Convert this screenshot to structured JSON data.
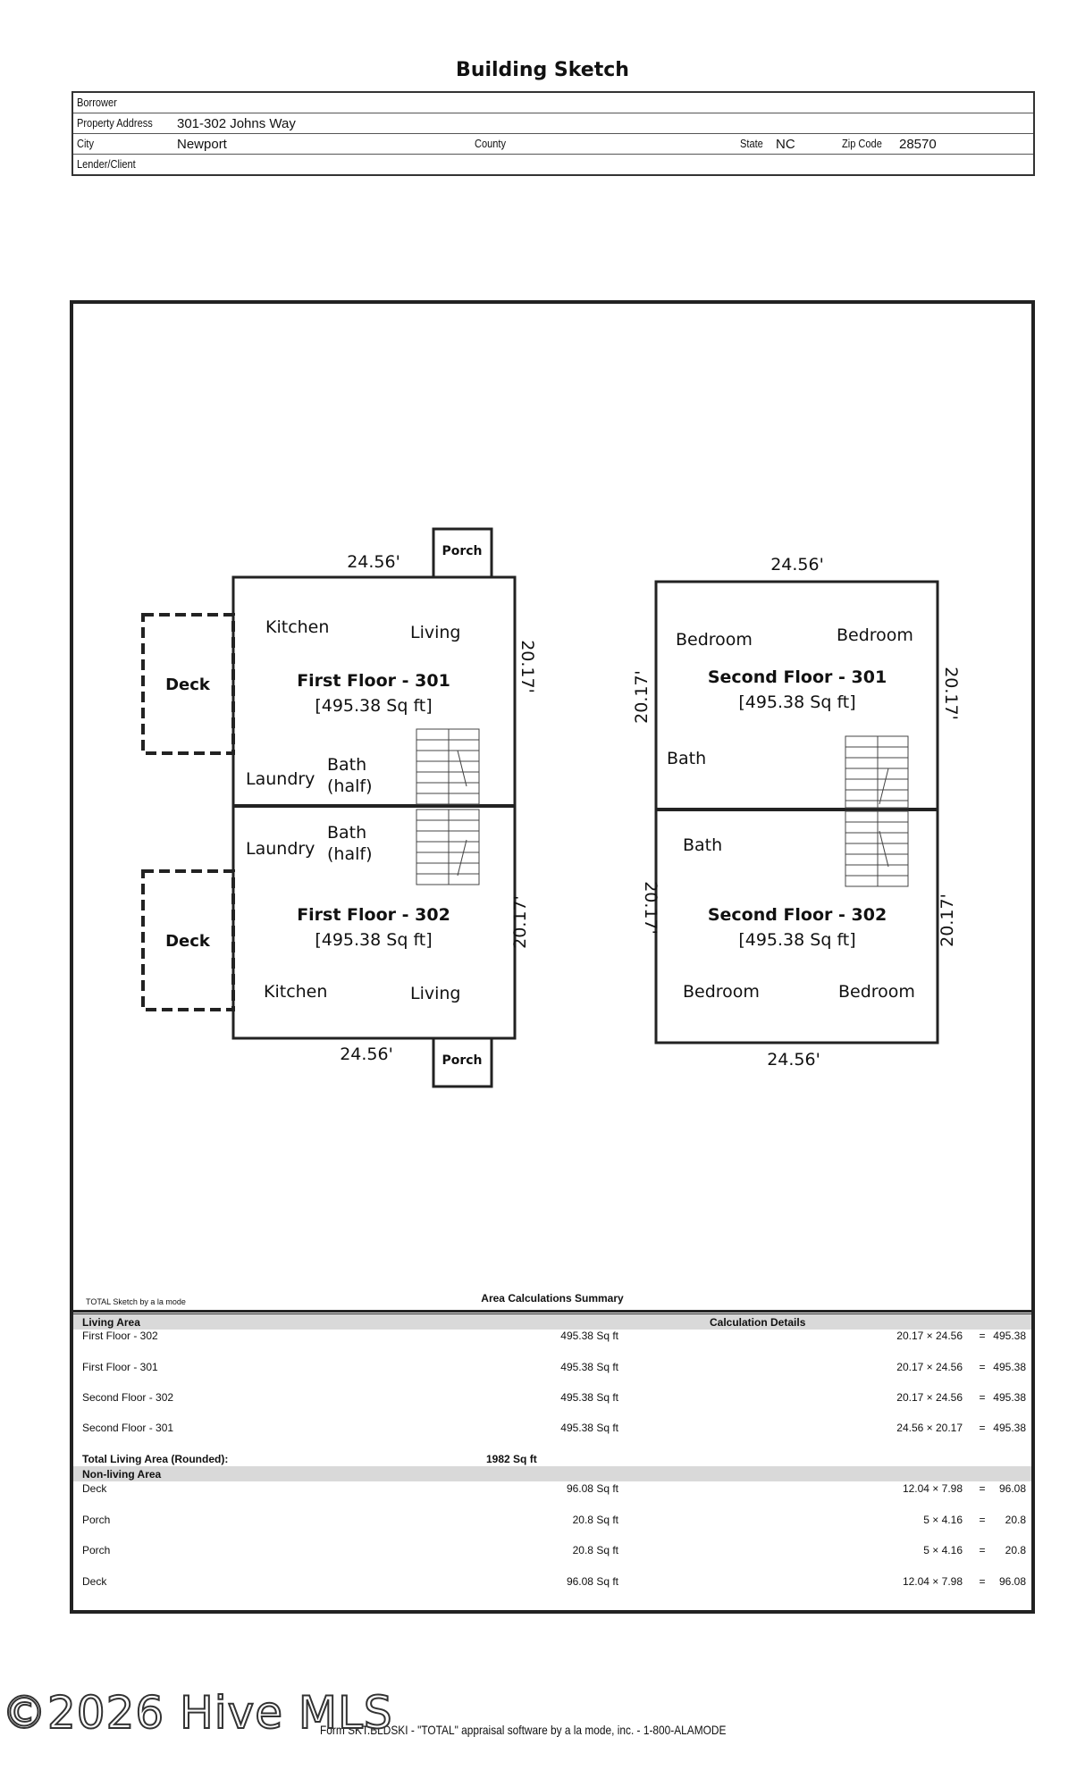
{
  "title": "Building Sketch",
  "header": {
    "borrower_label": "Borrower",
    "borrower_value": "",
    "address_label": "Property Address",
    "address_value": "301-302 Johns Way",
    "city_label": "City",
    "city_value": "Newport",
    "county_label": "County",
    "county_value": "",
    "state_label": "State",
    "state_value": "NC",
    "zip_label": "Zip Code",
    "zip_value": "28570",
    "lender_label": "Lender/Client",
    "lender_value": ""
  },
  "sketch": {
    "credit": "TOTAL Sketch by a la mode",
    "first_301": {
      "name": "First Floor - 301",
      "area": "[495.38 Sq ft]",
      "rooms": [
        "Kitchen",
        "Living",
        "Laundry",
        "Bath",
        "(half)"
      ],
      "width": "24.56'",
      "depth": "20.17'"
    },
    "first_302": {
      "name": "First Floor - 302",
      "area": "[495.38 Sq ft]",
      "rooms": [
        "Laundry",
        "Bath",
        "(half)",
        "Kitchen",
        "Living"
      ],
      "width": "24.56'",
      "depth": "20.17'"
    },
    "second_301": {
      "name": "Second Floor - 301",
      "area": "[495.38 Sq ft]",
      "rooms": [
        "Bedroom",
        "Bedroom",
        "Bath"
      ],
      "width": "24.56'",
      "depth": "20.17'"
    },
    "second_302": {
      "name": "Second Floor - 302",
      "area": "[495.38 Sq ft]",
      "rooms": [
        "Bath",
        "Bedroom",
        "Bedroom"
      ],
      "width": "24.56'",
      "depth": "20.17'"
    },
    "deck_label": "Deck",
    "porch_label": "Porch"
  },
  "summary": {
    "caption": "Area Calculations Summary",
    "living_header": "Living Area",
    "calc_header": "Calculation Details",
    "living_rows": [
      {
        "name": "First Floor - 302",
        "area": "495.38 Sq ft",
        "calc": "20.17 × 24.56",
        "eq": "=",
        "result": "495.38"
      },
      {
        "name": "First Floor - 301",
        "area": "495.38 Sq ft",
        "calc": "20.17 × 24.56",
        "eq": "=",
        "result": "495.38"
      },
      {
        "name": "Second Floor - 302",
        "area": "495.38 Sq ft",
        "calc": "20.17 × 24.56",
        "eq": "=",
        "result": "495.38"
      },
      {
        "name": "Second Floor - 301",
        "area": "495.38 Sq ft",
        "calc": "24.56 × 20.17",
        "eq": "=",
        "result": "495.38"
      }
    ],
    "total_label": "Total Living Area (Rounded):",
    "total_value": "1982 Sq ft",
    "nonliving_header": "Non-living Area",
    "nonliving_rows": [
      {
        "name": "Deck",
        "area": "96.08 Sq ft",
        "calc": "12.04 × 7.98",
        "eq": "=",
        "result": "96.08"
      },
      {
        "name": "Porch",
        "area": "20.8 Sq ft",
        "calc": "5 × 4.16",
        "eq": "=",
        "result": "20.8"
      },
      {
        "name": "Porch",
        "area": "20.8 Sq ft",
        "calc": "5 × 4.16",
        "eq": "=",
        "result": "20.8"
      },
      {
        "name": "Deck",
        "area": "96.08 Sq ft",
        "calc": "12.04 × 7.98",
        "eq": "=",
        "result": "96.08"
      }
    ]
  },
  "watermark": "©2026 Hive MLS",
  "footer": "Form SKT.BLDSKI - \"TOTAL\" appraisal software by a la mode, inc. - 1-800-ALAMODE"
}
